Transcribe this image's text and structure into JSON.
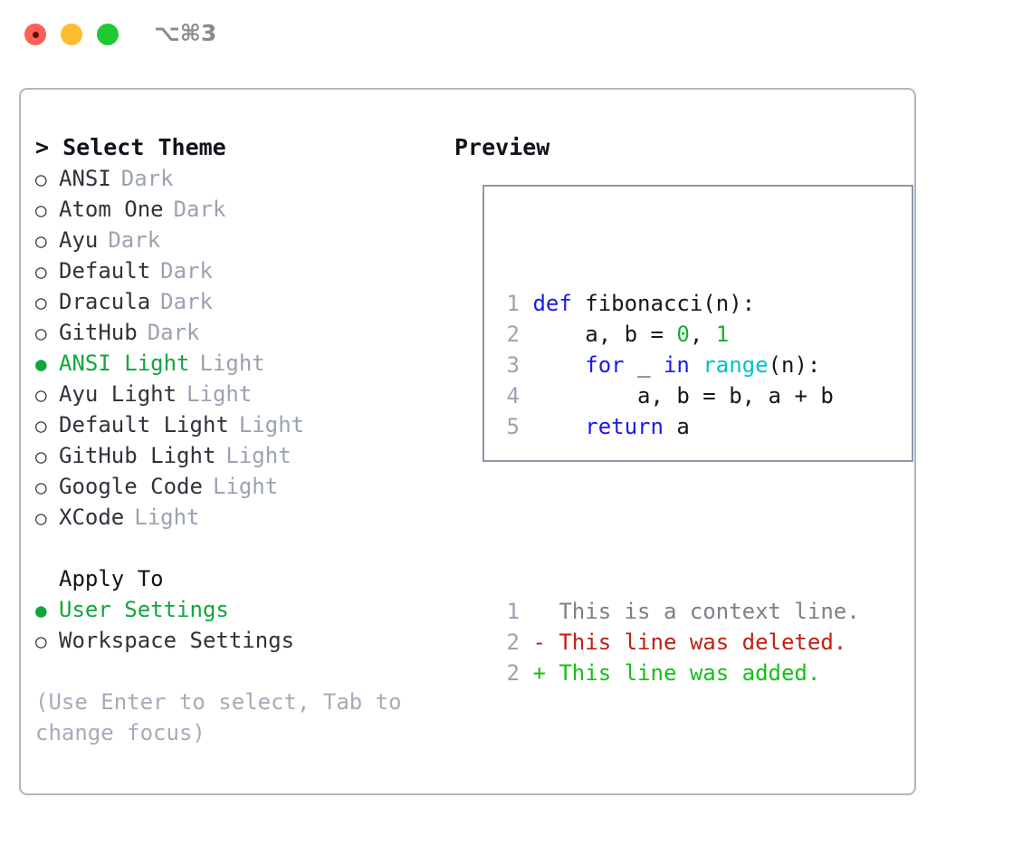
{
  "titlebar": {
    "shortcut": "⌥⌘3",
    "dots": [
      {
        "name": "close",
        "color": "#ff6057"
      },
      {
        "name": "minimize",
        "color": "#ffbd2e"
      },
      {
        "name": "maximize",
        "color": "#20c933"
      }
    ]
  },
  "left": {
    "header": "> Select Theme",
    "themes": [
      {
        "marker": "○",
        "name": "ANSI",
        "tag": "Dark",
        "selected": false
      },
      {
        "marker": "○",
        "name": "Atom One",
        "tag": "Dark",
        "selected": false
      },
      {
        "marker": "○",
        "name": "Ayu",
        "tag": "Dark",
        "selected": false
      },
      {
        "marker": "○",
        "name": "Default",
        "tag": "Dark",
        "selected": false
      },
      {
        "marker": "○",
        "name": "Dracula",
        "tag": "Dark",
        "selected": false
      },
      {
        "marker": "○",
        "name": "GitHub",
        "tag": "Dark",
        "selected": false
      },
      {
        "marker": "●",
        "name": "ANSI Light",
        "tag": "Light",
        "selected": true
      },
      {
        "marker": "○",
        "name": "Ayu Light",
        "tag": "Light",
        "selected": false
      },
      {
        "marker": "○",
        "name": "Default Light",
        "tag": "Light",
        "selected": false
      },
      {
        "marker": "○",
        "name": "GitHub Light",
        "tag": "Light",
        "selected": false
      },
      {
        "marker": "○",
        "name": "Google Code",
        "tag": "Light",
        "selected": false
      },
      {
        "marker": "○",
        "name": "XCode",
        "tag": "Light",
        "selected": false
      }
    ],
    "apply_to": {
      "title": "Apply To",
      "options": [
        {
          "marker": "●",
          "label": "User Settings",
          "selected": true
        },
        {
          "marker": "○",
          "label": "Workspace Settings",
          "selected": false
        }
      ]
    },
    "hint": "(Use Enter to select, Tab to change focus)"
  },
  "right": {
    "header": "Preview",
    "code_lines": [
      {
        "num": "1",
        "tokens": [
          {
            "t": "def",
            "c": "kw"
          },
          {
            "t": " fibonacci(n):",
            "c": "plain-code"
          }
        ]
      },
      {
        "num": "2",
        "tokens": [
          {
            "t": "    a, b = ",
            "c": "plain-code"
          },
          {
            "t": "0",
            "c": "num"
          },
          {
            "t": ", ",
            "c": "plain-code"
          },
          {
            "t": "1",
            "c": "num"
          }
        ]
      },
      {
        "num": "3",
        "tokens": [
          {
            "t": "    ",
            "c": "plain-code"
          },
          {
            "t": "for",
            "c": "kw"
          },
          {
            "t": " _ ",
            "c": "plain-code"
          },
          {
            "t": "in",
            "c": "kw"
          },
          {
            "t": " ",
            "c": "plain-code"
          },
          {
            "t": "range",
            "c": "fn"
          },
          {
            "t": "(n):",
            "c": "plain-code"
          }
        ]
      },
      {
        "num": "4",
        "tokens": [
          {
            "t": "        a, b = b, a + b",
            "c": "plain-code"
          }
        ]
      },
      {
        "num": "5",
        "tokens": [
          {
            "t": "    ",
            "c": "plain-code"
          },
          {
            "t": "return",
            "c": "kw"
          },
          {
            "t": " a",
            "c": "plain-code"
          }
        ]
      }
    ],
    "diff_lines": [
      {
        "num": "1",
        "text": "   This is a context line.",
        "c": "diff-ctx"
      },
      {
        "num": "2",
        "text": " - This line was deleted.",
        "c": "diff-del"
      },
      {
        "num": "2",
        "text": " + This line was added.",
        "c": "diff-add"
      }
    ]
  },
  "colors": {
    "accent_green": "#11a73f",
    "muted": "#9aa3b0",
    "keyword_blue": "#1a1aee",
    "function_cyan": "#00c2c7",
    "number_green": "#19b22e",
    "diff_delete_red": "#c01f12",
    "diff_add_green": "#14c116",
    "border": "#aeb7c2"
  }
}
